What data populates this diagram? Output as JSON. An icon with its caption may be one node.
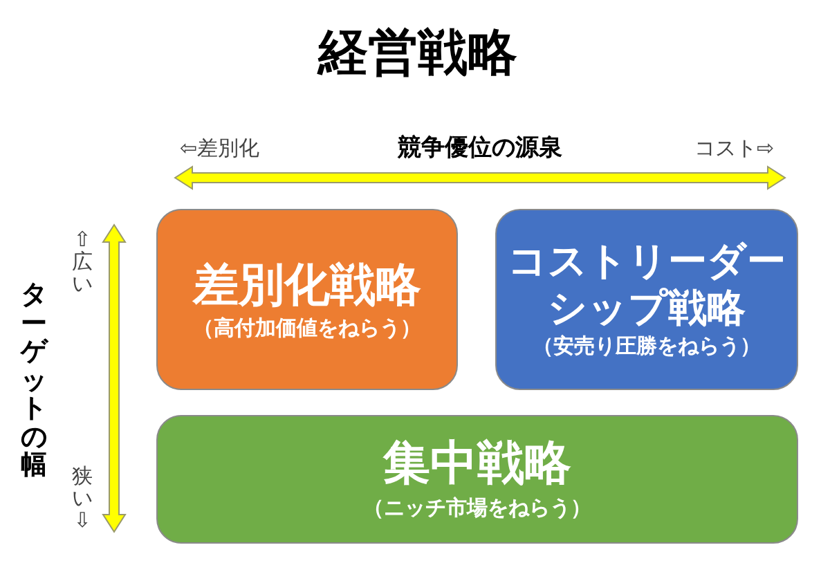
{
  "diagram": {
    "title": "経営戦略",
    "nodes": [
      {
        "text": [
          "差別化戦略",
          "（高付加価値をねらう）"
        ]
      },
      {
        "text": [
          "コストリーダーシップ戦略",
          "（安売り圧勝をねらう）"
        ]
      },
      {
        "text": [
          "集中戦略",
          "（ニッチ市場をねらう）"
        ]
      }
    ],
    "labels": [
      "⇦差別化",
      "競争優位の源泉",
      "コスト⇨",
      "⇧広い",
      "ターゲットの幅",
      "狭い⇩"
    ]
  }
}
